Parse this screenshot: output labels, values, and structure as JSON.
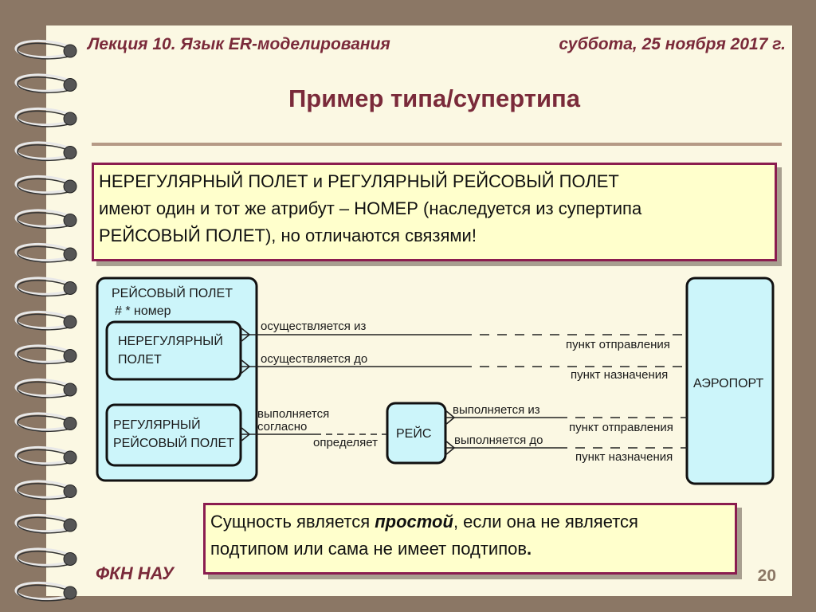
{
  "header": {
    "lecture": "Лекция 10.  Язык ER-моделирования",
    "date": "суббота, 25 ноября 2017 г."
  },
  "title": "Пример типа/супертипа",
  "note_top": {
    "line1": "НЕРЕГУЛЯРНЫЙ ПОЛЕТ и РЕГУЛЯРНЫЙ РЕЙСОВЫЙ ПОЛЕТ",
    "line2": "имеют один и тот же атрибут – НОМЕР (наследуется из супертипа",
    "line3": "РЕЙСОВЫЙ ПОЛЕТ), но отличаются связями!"
  },
  "diagram": {
    "supertype": {
      "name": "РЕЙСОВЫЙ ПОЛЕТ",
      "attribute": "# * номер"
    },
    "subtype1": {
      "line1": "НЕРЕГУЛЯРНЫЙ",
      "line2": "ПОЛЕТ"
    },
    "subtype2": {
      "line1": "РЕГУЛЯРНЫЙ",
      "line2": "РЕЙСОВЫЙ ПОЛЕТ"
    },
    "flight": "РЕЙС",
    "airport": "АЭРОПОРТ",
    "rel": {
      "from1": "осуществляется из",
      "dep1": "пункт отправления",
      "to1": "осуществляется до",
      "arr1": "пункт назначения",
      "per1": "выполняется",
      "per2": "согласно",
      "defines": "определяет",
      "from2": "выполняется из",
      "dep2": "пункт отправления",
      "to2": "выполняется до",
      "arr2": "пункт назначения"
    }
  },
  "note_bottom": {
    "pre": "Сущность является ",
    "emph": "простой",
    "post": ", если она не является",
    "line2": "подтипом или сама не имеет подтипов",
    "dot": "."
  },
  "footer": {
    "org": "ФКН НАУ",
    "page": "20"
  },
  "colors": {
    "background": "#8b7765",
    "page": "#fbf8e3",
    "accent": "#7a2a3a",
    "note_border": "#8b1d4f",
    "note_fill": "#ffffcc",
    "entity_fill": "#ccf5fa"
  }
}
